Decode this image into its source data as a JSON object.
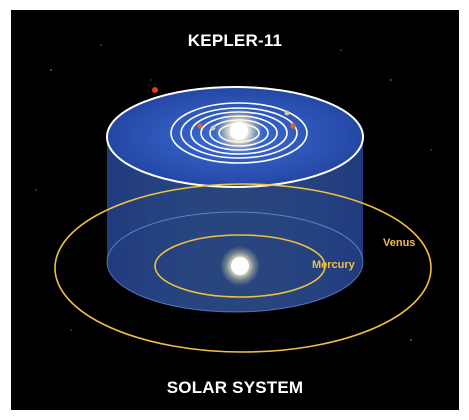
{
  "titles": {
    "top": "KEPLER-11",
    "bottom": "SOLAR SYSTEM"
  },
  "orbit_labels": {
    "venus": "Venus",
    "mercury": "Mercury"
  },
  "colors": {
    "background": "#000000",
    "cylinder": "#3f6fd8",
    "kepler_orbits": "#ffffff",
    "solar_orbits": "#f0c040",
    "star": "#ffffe8"
  }
}
